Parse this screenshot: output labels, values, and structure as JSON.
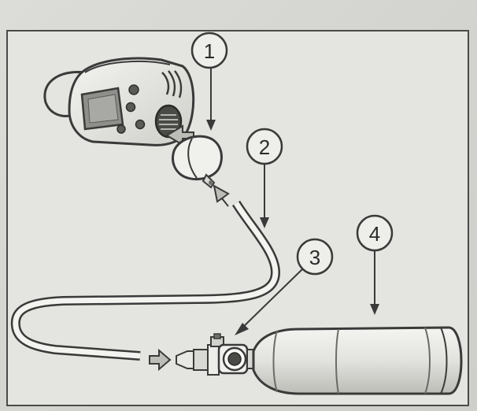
{
  "callouts": [
    {
      "number": "1",
      "target": "gas-detector-adapter"
    },
    {
      "number": "2",
      "target": "tubing"
    },
    {
      "number": "3",
      "target": "regulator"
    },
    {
      "number": "4",
      "target": "gas-cylinder"
    }
  ],
  "colors": {
    "line": "#3a3a3a",
    "fill_light": "#f2f2ef",
    "fill_mid": "#bdbdb8",
    "fill_dark": "#6e6e6a",
    "background": "#e4e4e0"
  }
}
